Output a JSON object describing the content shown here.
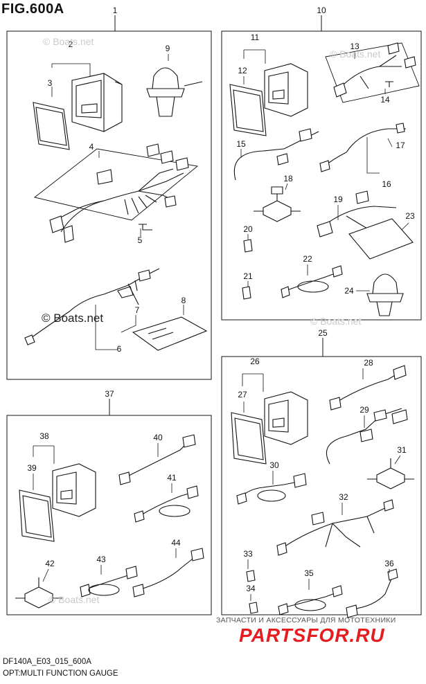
{
  "figure": {
    "title": "FIG.600A"
  },
  "footer": {
    "code": "DF140A_E03_015_600A",
    "caption": "OPT:MULTI FUNCTION GAUGE"
  },
  "watermark": {
    "text": "© Boats.net"
  },
  "promo": {
    "text": "ЗАПЧАСТИ И АКСЕССУАРЫ ДЛЯ МОТОТЕХНИКИ",
    "brand": "PARTSFOR.RU"
  },
  "callouts": [
    "1",
    "2",
    "3",
    "4",
    "5",
    "6",
    "7",
    "8",
    "9",
    "10",
    "11",
    "12",
    "13",
    "14",
    "15",
    "16",
    "17",
    "18",
    "19",
    "20",
    "21",
    "22",
    "23",
    "24",
    "25",
    "26",
    "27",
    "28",
    "29",
    "30",
    "31",
    "32",
    "33",
    "34",
    "35",
    "36",
    "37",
    "38",
    "39",
    "40",
    "41",
    "42",
    "43",
    "44"
  ],
  "colors": {
    "ink": "#111111",
    "brand": "#e51d20",
    "watermark": "#c9c9c9"
  }
}
